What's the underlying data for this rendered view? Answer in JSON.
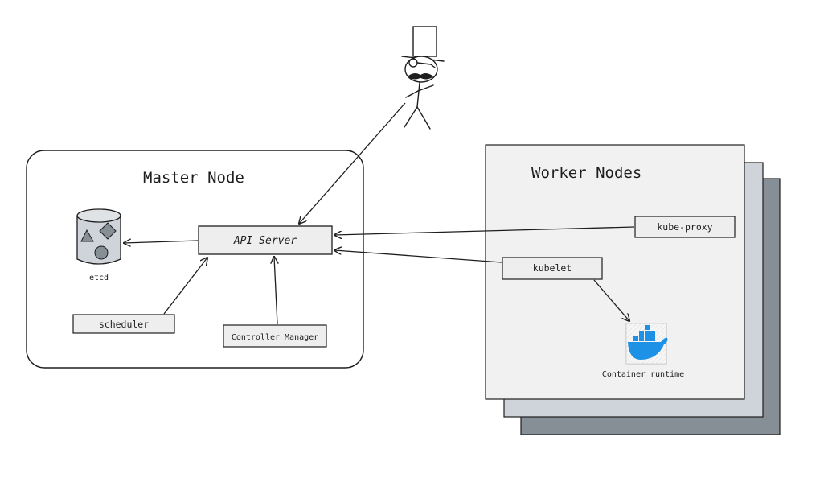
{
  "master": {
    "title": "Master Node",
    "api_server": "API Server",
    "etcd": "etcd",
    "scheduler": "scheduler",
    "controller_manager": "Controller Manager"
  },
  "worker": {
    "title": "Worker Nodes",
    "kube_proxy": "kube-proxy",
    "kubelet": "kubelet",
    "container_runtime": "Container runtime"
  },
  "icons": {
    "user": "stick-figure-top-hat-icon",
    "etcd": "database-shapes-icon",
    "container_runtime": "docker-whale-icon"
  },
  "colors": {
    "stroke": "#1e1e1e",
    "box_fill": "#eeeeee",
    "worker_back": "#868e96",
    "worker_mid": "#ced4da",
    "worker_front": "#f1f1f1",
    "docker_blue": "#1d91e6"
  }
}
